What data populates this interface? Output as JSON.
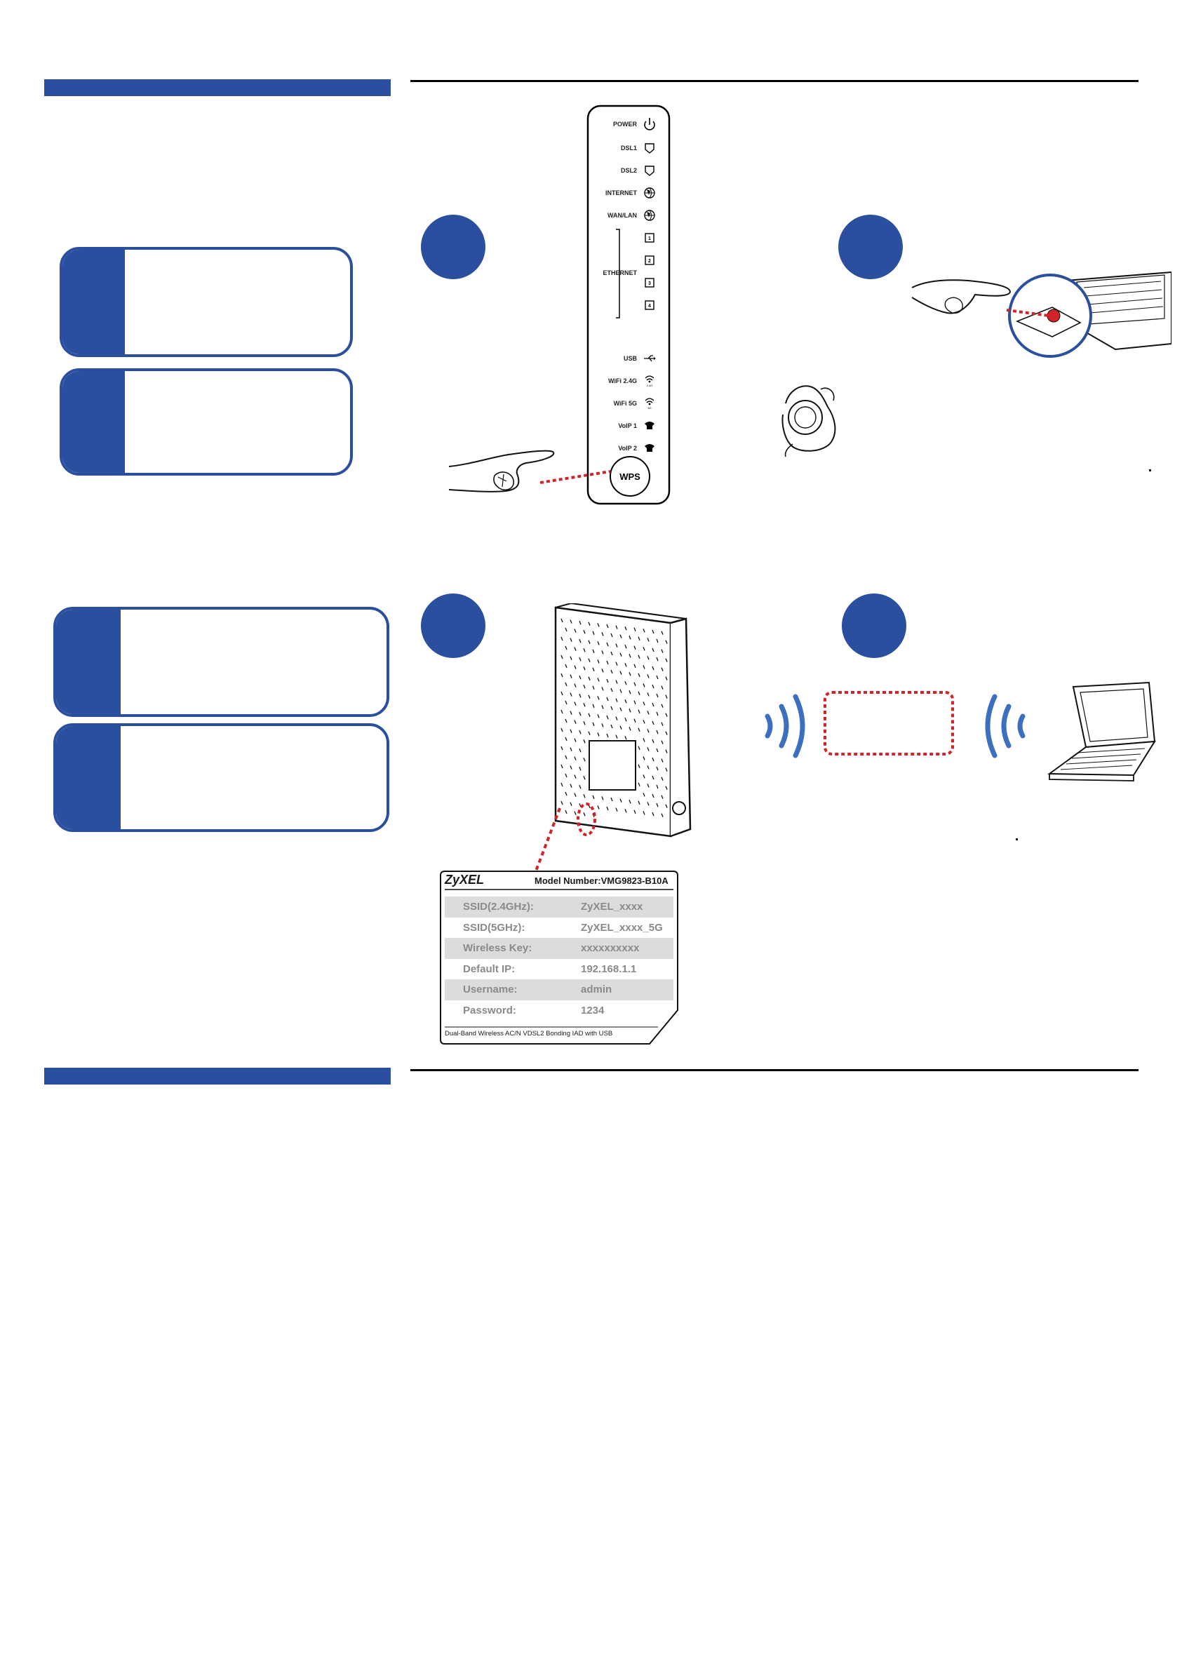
{
  "colors": {
    "brand_blue": "#2a4f9f",
    "dotted_red": "#d2232a",
    "wave_blue": "#3d6fc1"
  },
  "router_panel": {
    "leds": [
      {
        "label": "POWER",
        "icon": "power-icon"
      },
      {
        "label": "DSL1",
        "icon": "dsl-icon"
      },
      {
        "label": "DSL2",
        "icon": "dsl-icon"
      },
      {
        "label": "INTERNET",
        "icon": "globe-icon"
      },
      {
        "label": "WAN/LAN",
        "icon": "globe-icon"
      },
      {
        "label": "ETHERNET",
        "icon": "ethernet-icon"
      },
      {
        "label": "USB",
        "icon": "usb-icon"
      },
      {
        "label": "WiFi 2.4G",
        "icon": "wifi-icon"
      },
      {
        "label": "WiFi 5G",
        "icon": "wifi-icon"
      },
      {
        "label": "VoIP 1",
        "icon": "phone-icon"
      },
      {
        "label": "VoIP 2",
        "icon": "phone-icon"
      }
    ],
    "ethernet_ports": [
      "1",
      "2",
      "3",
      "4"
    ],
    "wifi_sublabels": [
      "2.4G",
      "5G"
    ],
    "wps_button": "WPS"
  },
  "device_label": {
    "brand": "ZyXEL",
    "model": "Model Number:VMG9823-B10A",
    "rows": [
      {
        "key": "SSID(2.4GHz):",
        "value": "ZyXEL_xxxx",
        "shaded": true
      },
      {
        "key": "SSID(5GHz):",
        "value": "ZyXEL_xxxx_5G",
        "shaded": false
      },
      {
        "key": "Wireless Key:",
        "value": "xxxxxxxxxx",
        "shaded": true
      },
      {
        "key": "Default IP:",
        "value": "192.168.1.1",
        "shaded": false
      },
      {
        "key": "Username:",
        "value": "admin",
        "shaded": true
      },
      {
        "key": "Password:",
        "value": "1234",
        "shaded": false
      }
    ],
    "footer": "Dual-Band Wireless AC/N VDSL2 Bonding IAD with USB"
  }
}
